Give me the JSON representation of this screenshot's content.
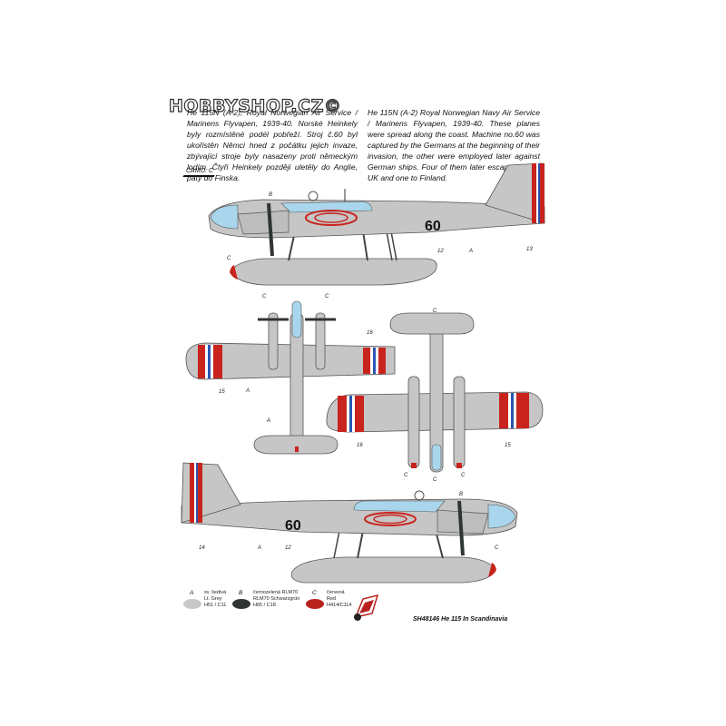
{
  "watermark": "HOBBYSHOP.CZ©",
  "text_cz": "He 115N (A-2), Royal Norwegian Air Service / Marinens Flyvapen, 1939-40. Norské Heinkely byly rozmístěné podél pobřeží. Stroj č.60 byl ukořistěn Němci hned z počátku jejich invaze, zbývající stroje byly nasazeny proti německým lodím. Čtyři Heinkely později uletěly do Anglie, pátý do Finska.",
  "text_en": "He 115N (A-2) Royal Norwegian Navy Air Service / Marinens Flyvapen, 1939-40. These planes were spread along the coast. Machine no.60 was captured by the Germans at the beginning of their invasion, the other were employed later against German ships. Four of them later escaped to the UK and one to Finland.",
  "camo_label": "CAMO. C",
  "aircraft_code": "60",
  "callouts": {
    "top_B": "B",
    "top_C": "C",
    "top_12": "12",
    "top_A": "A",
    "top_13": "13",
    "mid_C1": "C",
    "mid_C2": "C",
    "mid_16a": "16",
    "mid_15a": "15",
    "mid_A1": "A",
    "mid_A2": "A",
    "mid_C3": "C",
    "mid_16b": "16",
    "mid_15b": "15",
    "mid_C4": "C",
    "mid_C5": "C",
    "mid_C6": "C",
    "bot_B": "B",
    "bot_C": "C",
    "bot_14": "14",
    "bot_A": "A",
    "bot_12": "12"
  },
  "legend": [
    {
      "letter": "A",
      "line1": "sv. šedivá",
      "line2": "Lt. Grey",
      "line3": "H51 / C11",
      "color": "#c8c8c8"
    },
    {
      "letter": "B",
      "line1": "černozelená RLM70",
      "line2": "RLM70 Schwarzgrün",
      "line3": "H65 / C18",
      "color": "#2f3532"
    },
    {
      "letter": "C",
      "line1": "červená",
      "line2": "Red",
      "line3": "H414/C114",
      "color": "#b8231f"
    }
  ],
  "footer": "SH48146 He 115 In Scandinavia",
  "colors": {
    "grey": "#c6c6c6",
    "dark": "#2f3532",
    "red": "#c9231d",
    "blue": "#2a55b0",
    "glass": "#a9d6ec"
  }
}
